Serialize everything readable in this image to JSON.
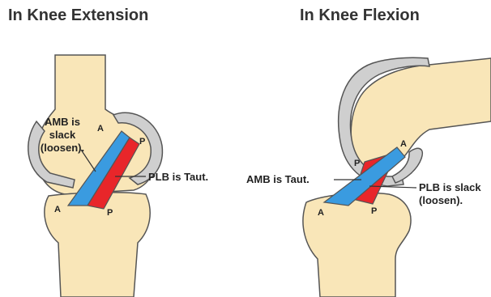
{
  "titles": {
    "extension": "In Knee Extension",
    "flexion": "In Knee Flexion"
  },
  "extension": {
    "amb_line1": "AMB is",
    "amb_line2": "slack",
    "amb_line3": "(loosen).",
    "plb_label": "PLB is Taut.",
    "marker_a_top": "A",
    "marker_p_top": "P",
    "marker_a_bottom": "A",
    "marker_p_bottom": "P"
  },
  "flexion": {
    "amb_label": "AMB is Taut.",
    "plb_line1": "PLB is slack",
    "plb_line2": "(loosen).",
    "marker_p_top": "P",
    "marker_a_top": "A",
    "marker_a_bottom": "A",
    "marker_p_bottom": "P"
  },
  "colors": {
    "bone": "#f9e6b8",
    "cartilage": "#cfcfcf",
    "outline": "#555555",
    "amb_bundle": "#3a9be0",
    "plb_bundle": "#e8262a",
    "pointer": "#333333"
  }
}
